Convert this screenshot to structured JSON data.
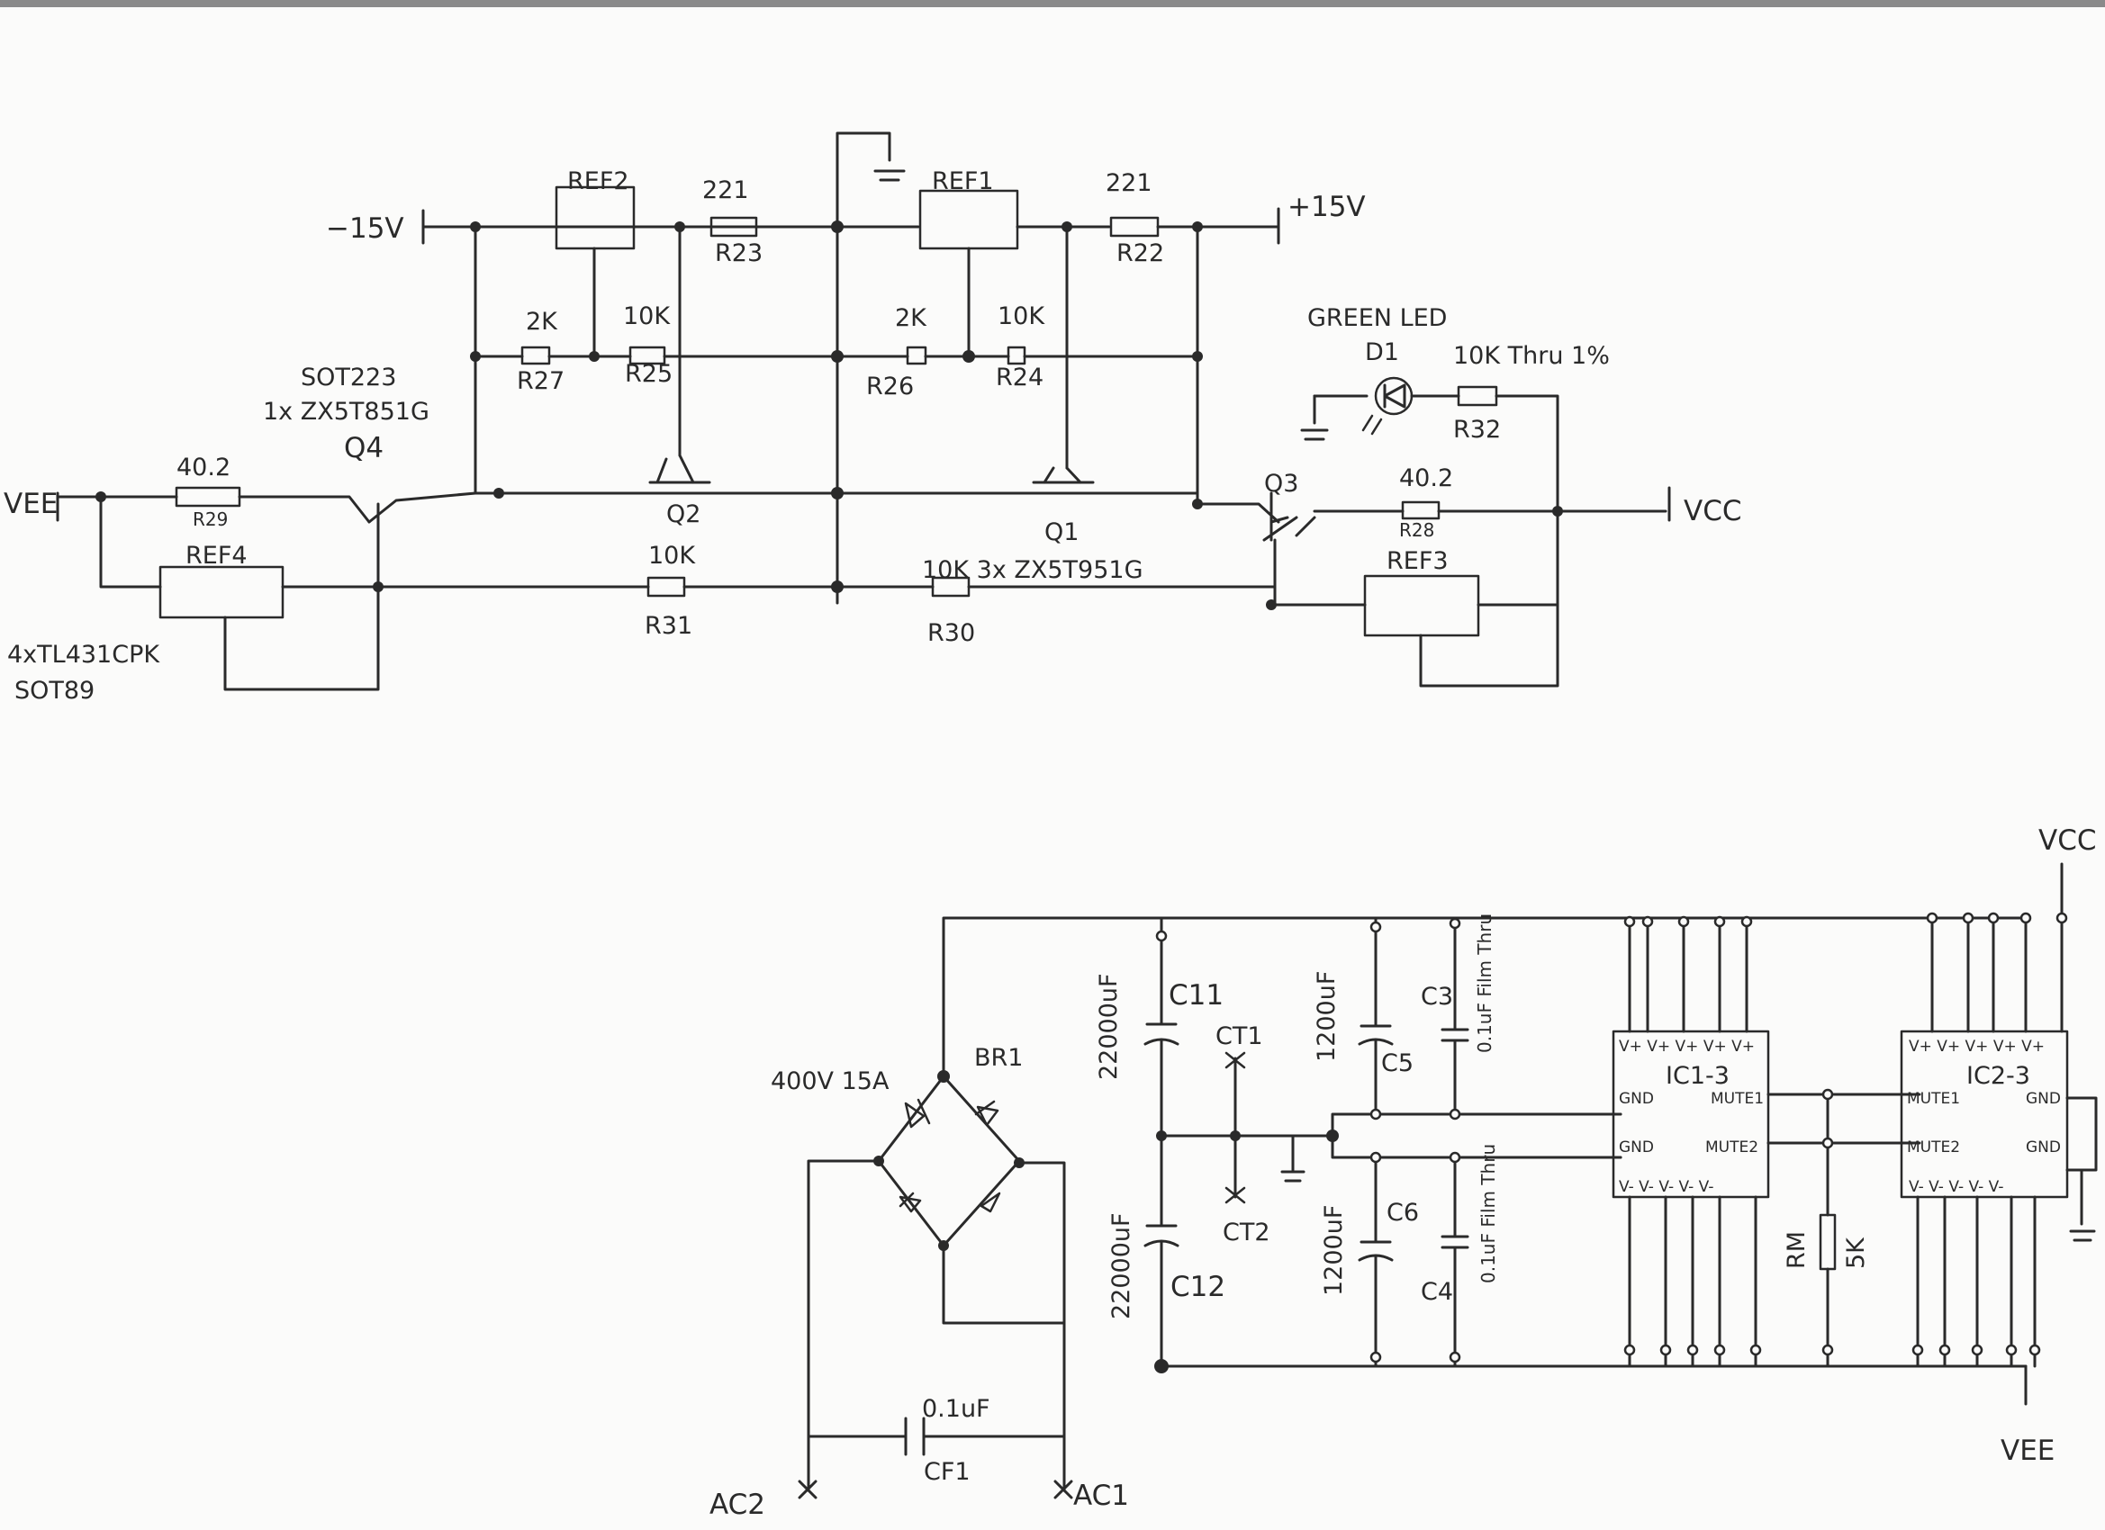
{
  "labels": {
    "neg15": "−15V",
    "pos15": "+15V",
    "vee_top": "VEE",
    "vcc_top": "VCC",
    "ref2": "REF2",
    "ref1": "REF1",
    "ref4": "REF4",
    "ref3": "REF3",
    "r23_val": "221",
    "r23": "R23",
    "r22_val": "221",
    "r22": "R22",
    "r27_val": "2K",
    "r27": "R27",
    "r25_val": "10K",
    "r25": "R25",
    "r26_val": "2K",
    "r26": "R26",
    "r24_val": "10K",
    "r24": "R24",
    "r29_val": "40.2",
    "r29": "R29",
    "r28_val": "40.2",
    "r28": "R28",
    "r31_val": "10K",
    "r31": "R31",
    "r30_val": "10K 3x ZX5T951G",
    "r30": "R30",
    "q1": "Q1",
    "q2": "Q2",
    "q3": "Q3",
    "q4": "Q4",
    "sot223": "SOT223",
    "zx851": "1x ZX5T851G",
    "tl431": "4xTL431CPK",
    "sot89": "SOT89",
    "led_title": "GREEN LED",
    "d1": "D1",
    "r32_val": "10K Thru 1%",
    "r32": "R32",
    "vcc_bot": "VCC",
    "vee_bot": "VEE",
    "c11": "C11",
    "c11_val": "22000uF",
    "c12": "C12",
    "c12_val": "22000uF",
    "ct1": "CT1",
    "ct2": "CT2",
    "c5": "C5",
    "c5_val": "1200uF",
    "c6": "C6",
    "c6_val": "1200uF",
    "c3": "C3",
    "c3_val": "0.1uF Film Thru",
    "c4": "C4",
    "c4_val": "0.1uF Film Thru",
    "br1": "BR1",
    "br1_rating": "400V 15A",
    "cf1": "CF1",
    "cf1_val": "0.1uF",
    "ac1": "AC1",
    "ac2": "AC2",
    "rm": "RM",
    "rm_val": "5K",
    "ic1": "IC1-3",
    "ic2": "IC2-3",
    "vplus": "V+ V+ V+ V+ V+",
    "vminus": "V- V- V- V- V-",
    "gnd": "GND",
    "mute1": "MUTE1",
    "mute2": "MUTE2"
  }
}
